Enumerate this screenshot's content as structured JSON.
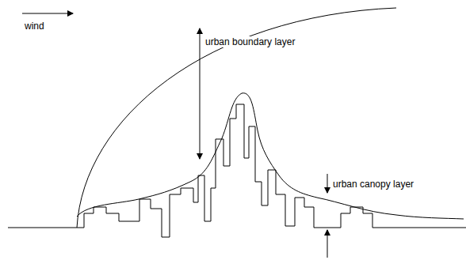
{
  "diagram": {
    "labels": [
      "wind",
      "urban boundary layer",
      "urban canopy layer"
    ]
  }
}
